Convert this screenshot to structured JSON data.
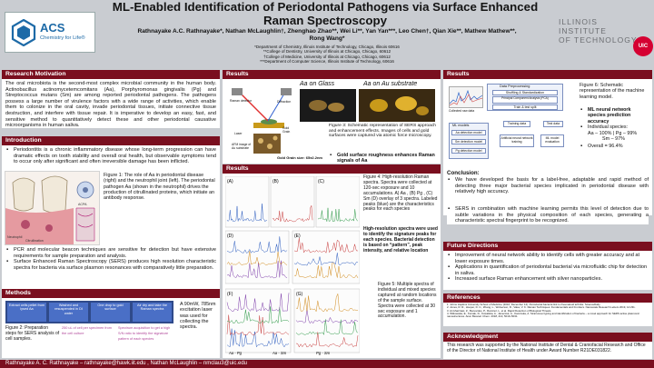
{
  "header": {
    "title": "ML-Enabled Identification of Periodontal Pathogens via Surface Enhanced Raman Spectroscopy",
    "authors": "Rathnayake A.C. Rathnayake*, Nathan McLaughlin†, Zhenghao Zhao**, Wei Li**, Yan Yan***, Leo Chen†, Qian Xie**, Mathew Mathew**, Rong Wang*",
    "affiliations": [
      "*Department of Chemistry, Illinois Institute of Technology, Chicago, Illinois 60616",
      "**College of Dentistry, University of Illinois at Chicago, Chicago, 60612",
      "†College of Medicine, University of Illinois at Chicago, Chicago, 60612",
      "***Department of Computer Science, Illinois Institute of Technology, 60616"
    ]
  },
  "logos": {
    "acs_big": "ACS",
    "acs_small": "Chemistry for Life®",
    "iit_line1": "ILLINOIS INSTITUTE",
    "iit_line2": "OF TECHNOLOGY",
    "uic": "UIC"
  },
  "research_motivation": {
    "heading": "Research Motivation",
    "text": "The oral microbiota is the second-most complex microbial community in the human body. Actinobacillus actinomycetemcomitans (Aa), Porphyromonas gingivalis (Pg) and Streptococcus mutans (Sm) are among reported periodontal pathogens. The pathogens possess a large number of virulence factors with a wide range of activities, which enable them to colonize in the oral cavity, invade periodontal tissues, initiate connective tissue destruction, and interfere with tissue repair. It is imperative to develop an easy, fast, and sensitive method to quantitatively detect these and other periodontal causative microorganisms in human saliva."
  },
  "introduction": {
    "heading": "Introduction",
    "bullet1": "Periodontitis is a chronic inflammatory disease whose long-term progression can have dramatic effects on tooth stability and overall oral health, but observable symptoms tend to occur only after significant and often irreversible damage has been inflicted.",
    "fig1_caption": "Figure 1: The role of Aa in periodontal disease (right) and the neutrophil joint (left). The periodontal pathogen Aa (shown in the neutrophil) drives the production of citrullinated proteins, which initiate an antibody response.",
    "fig1_label_left": "Neutrophil",
    "fig1_label_right": "ACPA",
    "fig1_label_bottom": "Citrullination",
    "bullet2": "PCR and molecular beacon techniques are sensitive for detection but have extensive requirements for sample preparation and analysis.",
    "bullet3": "Surface Enhanced Raman Spectroscopy (SERS) produces high resolution characteristic spectra for bacteria via surface plasmon resonances with comparatively little preparation."
  },
  "methods": {
    "heading": "Methods",
    "flow": [
      "Extract cells pellet from lysed Aa",
      "Washed and resuspended in DI water",
      "One drop to gold surface",
      "Air dry and take the Raman spectra"
    ],
    "note1": "250 uL of cell per specimen from the cell culture",
    "note2": "Spectrum acquisition to get a high S/N ratio to identify the signature pattern of each species",
    "fig2_caption": "Figure 2: Preparation steps for SERS analysis of cell samples.",
    "laser_text": "A 90mW, 785nm excitation laser was used for collecting the spectra."
  },
  "results1": {
    "heading": "Results",
    "glass_label": "Aa on Glass",
    "gold_label": "Aa on Au substrate",
    "fig3_caption": "Figure 3: Schematic representation of SERS approach and enhancement effects. Images of cells and gold surfaces were captured via atomic force microscopy.",
    "bullet": "Gold surface roughness enhances Raman signals of Aa",
    "schematic_labels": [
      "Raman detector",
      "Laser",
      "Diffraction",
      "Gold Grain",
      "AFM image of Au substrate"
    ],
    "afm_caption": "Gold Grain size: 65±2.2nm"
  },
  "results2": {
    "heading": "Results",
    "panel_labels": [
      "(A)",
      "(B)",
      "(C)",
      "(D)",
      "(E)",
      "(F)",
      "(G)"
    ],
    "fig4_caption": "Figure 4: High-resolution Raman spectra. Spectra were collected at 120-sec exposure and 10 accumulations. A) Aa , (B) Pg , (C) Sm (D) overlay of 3 spectra. Labeled peaks (blue) are the characteristics peaks for each species",
    "fig4_bold": "High-resolution spectra were used to identify the signature peaks for each species. Bacterial detection is based on “pattern”, peak intensity, and relative location",
    "fig5_caption": "Figure 5: Multiple spectra of individual and mixed species captured at random locations of the sample surface. Spectra were collected at 30 sec exposure and 1 accumulation.",
    "mixed_labels": [
      "Aa - Pg",
      "Aa - Sm",
      "Pg - Sm"
    ]
  },
  "results3": {
    "heading": "Results",
    "ml_boxes": [
      "Data Preprocessing",
      "Shuffling & Standardization",
      "Principal Component Analysis (PCA)",
      "Train & test split",
      "ML models",
      "Aa detection model",
      "Sm detection model",
      "Pg detection model",
      "Training data",
      "Test data",
      "Artificial neural network training",
      "ML model evaluation",
      "Collected raw data"
    ],
    "fig6_caption": "Figure 6: Schematic representation of the machine learning model.",
    "accuracy_bullet": "ML neural network species prediction accuracy",
    "individual_label": "Individual species:",
    "individual_values": "Aa – 100% | Pg – 99%",
    "sm_value": "Sm – 97%",
    "overall": "Overall = 96.4%"
  },
  "conclusion": {
    "heading": "Conclusion:",
    "b1": "We have developed the basis for a label-free, adaptable and rapid method of detecting three major bacterial species implicated in periodontal disease with relatively high accuracy.",
    "b2": "SERS in combination with machine learning permits this level of detection due to subtle variations in the physical composition of each species, generating a characteristic spectral fingerprint to be recognized."
  },
  "future": {
    "heading": "Future Directions",
    "items": [
      "Improvement of neural network ability to identify cells with greater accuracy and at lower exposure times.",
      "Applications in quantification of periodontal bacterial via microfluidic chip for detection in saliva.",
      "Increased surface Raman enhancement with silver nanoparticles."
    ]
  },
  "references": {
    "heading": "References",
    "items": [
      "1. Johns Hopkins University School of Medicine (2016, December 14). Periodontal bacteria link to rheumatoid arthritis. ScienceDaily.",
      "2. Jones, R. R., Hooper, D. C., Zhang, L., Wolverson, D., Valev, V. K. Raman Techniques: Fundamentals and Frontiers. Nanoscale Research Letters 2019, 14:231.",
      "3. Al-Ghazzawi, Z., Benevides, P., Ramirez, L. et al. Rapid Detection of Biological Threats.",
      "4. Witkowska, E., Korsak, D., Kowalska, A., Janeczek, A., Kaminska, A. Strain-level typing and identification of bacteria – a novel approach for SERS active plasmonic nanostructures. Anal. Bioanal. Chem. 2018, 410, 5019–5031."
    ]
  },
  "ack": {
    "heading": "Acknowledgment",
    "text": "This research was supported by the National Institute of Dental & Craniofacial Research and Office of the Director of National Institute of Health under Award Number R21DE031822."
  },
  "footer": {
    "text": "Rathnayake A. C. Rathnayake – rathnayake@hawk.iit.edu , Nathan McLaughlin – nmclau3@uic.edu"
  },
  "colors": {
    "bar": "#7a0f1f",
    "background": "#c9ccd1",
    "accent_blue": "#1d6aa7"
  }
}
